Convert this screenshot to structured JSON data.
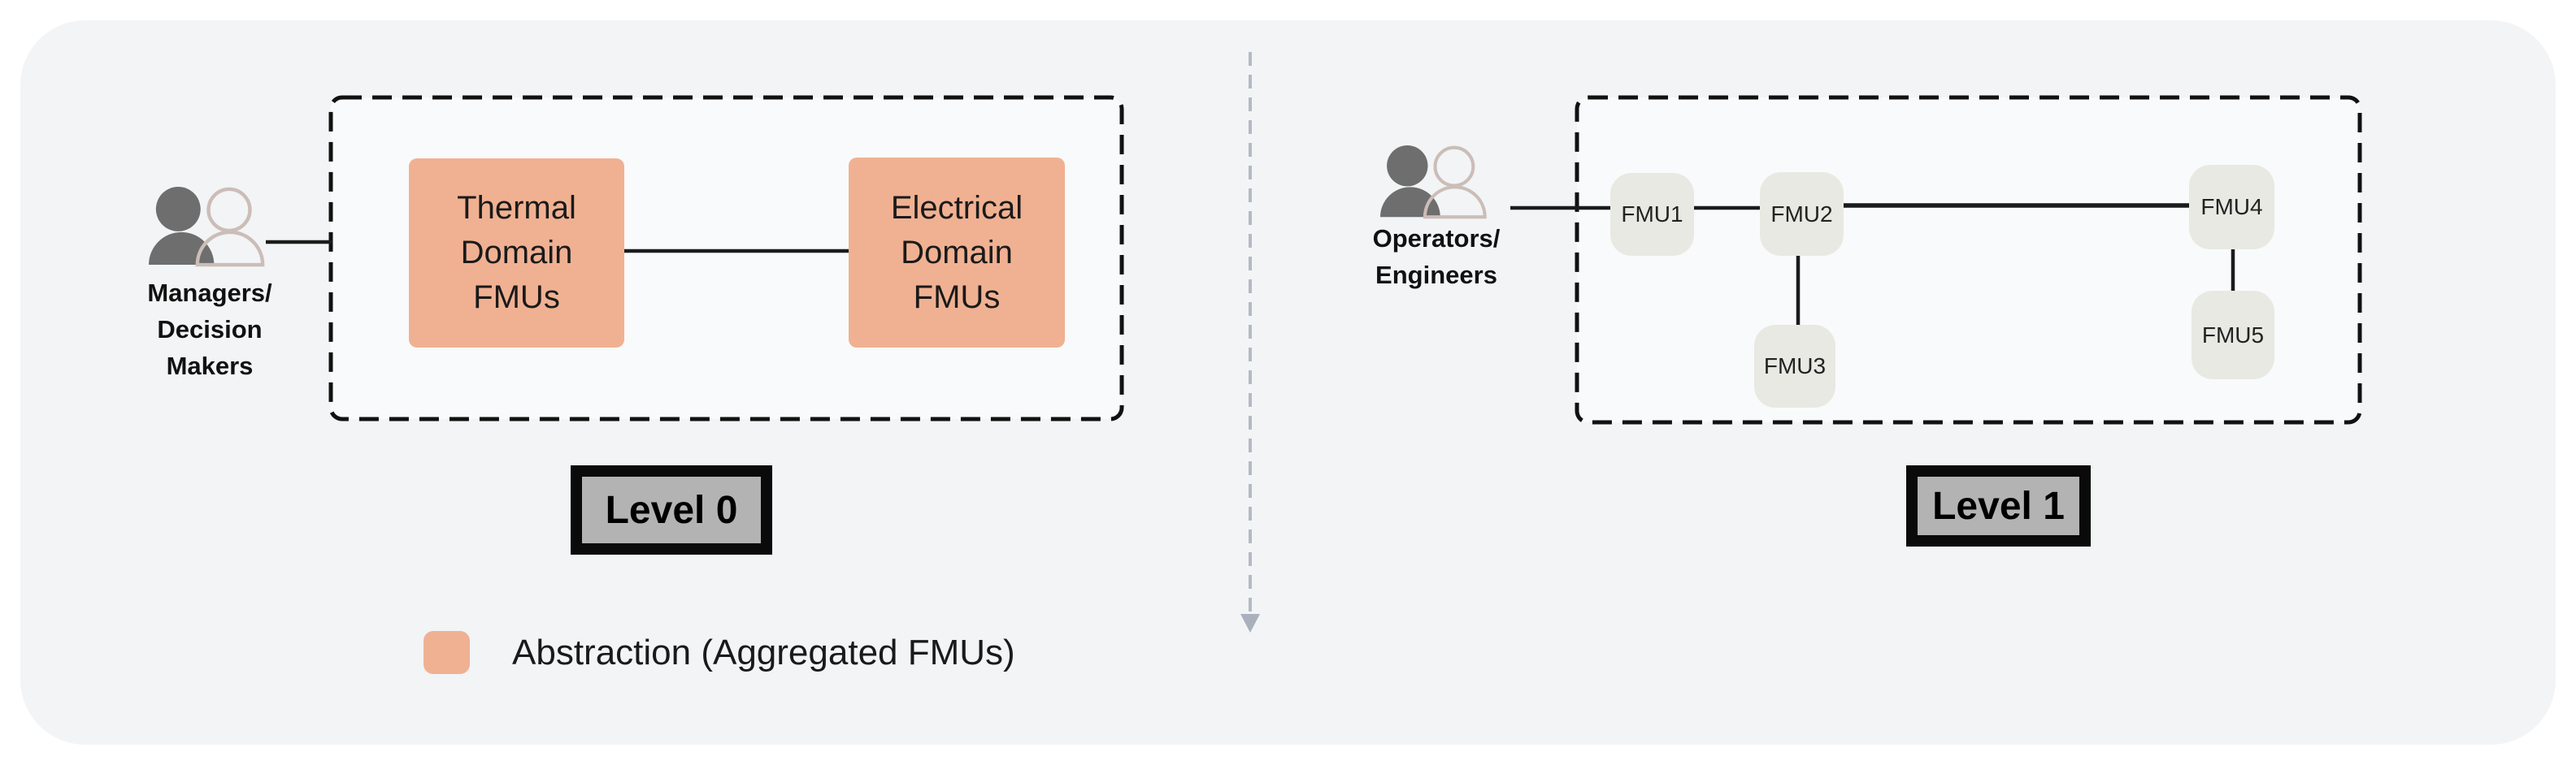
{
  "colors": {
    "page_bg": "#ffffff",
    "panel_bg": "#f2f4f6",
    "abstraction_fill": "#f0b192",
    "fmu_fill": "#e9e9e3",
    "level_label_bg": "#b3b3b3",
    "level_label_border": "#0a0a0a",
    "connector_line": "#1b1b1b",
    "divider_line": "#b4bac4",
    "person_dark": "#6e6e6e",
    "person_outline": "#cbbdb7"
  },
  "level0": {
    "label": "Level 0",
    "actor": {
      "icon": "people-icon",
      "label_lines": [
        "Managers/",
        "Decision",
        "Makers"
      ]
    },
    "nodes": [
      {
        "id": "thermal",
        "type": "abstraction",
        "label_lines": [
          "Thermal",
          "Domain",
          "FMUs"
        ]
      },
      {
        "id": "electrical",
        "type": "abstraction",
        "label_lines": [
          "Electrical",
          "Domain",
          "FMUs"
        ]
      }
    ],
    "connections": [
      [
        "actor",
        "thermal"
      ],
      [
        "thermal",
        "electrical"
      ]
    ]
  },
  "level1": {
    "label": "Level 1",
    "actor": {
      "icon": "people-icon",
      "label_lines": [
        "Operators/",
        "Engineers"
      ]
    },
    "nodes": [
      {
        "id": "fmu1",
        "label": "FMU1"
      },
      {
        "id": "fmu2",
        "label": "FMU2"
      },
      {
        "id": "fmu3",
        "label": "FMU3"
      },
      {
        "id": "fmu4",
        "label": "FMU4"
      },
      {
        "id": "fmu5",
        "label": "FMU5"
      }
    ],
    "connections": [
      [
        "actor",
        "fmu1"
      ],
      [
        "fmu1",
        "fmu2"
      ],
      [
        "fmu2",
        "fmu4"
      ],
      [
        "fmu2",
        "fmu3"
      ],
      [
        "fmu4",
        "fmu5"
      ]
    ]
  },
  "divider": {
    "direction": "down-arrow"
  },
  "legend": {
    "items": [
      {
        "swatch_color": "#f0b192",
        "label": "Abstraction (Aggregated FMUs)"
      }
    ]
  }
}
